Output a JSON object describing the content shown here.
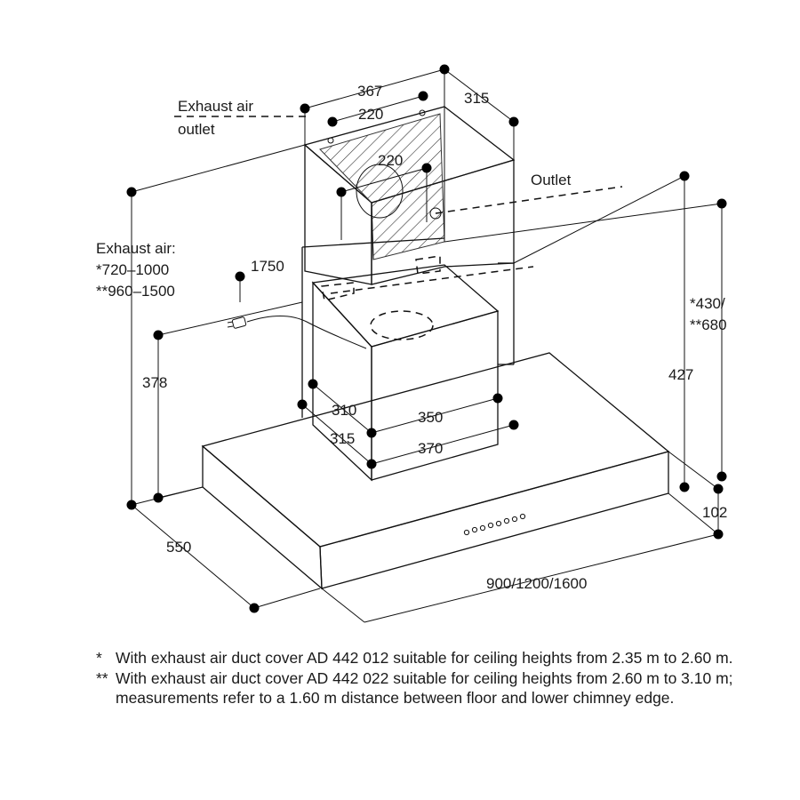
{
  "labels": {
    "exhaust_outlet_line1": "Exhaust air",
    "exhaust_outlet_line2": "outlet",
    "outlet": "Outlet",
    "exhaust_air_title": "Exhaust air:",
    "exhaust_air_range1": "*720–1000",
    "exhaust_air_range2": "**960–1500",
    "height_alt_1": "*430/",
    "height_alt_2": "**680"
  },
  "dimensions": {
    "chimney_width": "367",
    "chimney_depth_top": "315",
    "outlet_top_width": "220",
    "outlet_inner_width": "220",
    "cable_length": "1750",
    "lower_height": "378",
    "side_height": "427",
    "body_depth_inner": "310",
    "body_depth_outer": "315",
    "body_width_inner": "350",
    "body_width_outer": "370",
    "canopy_height": "102",
    "canopy_depth": "550",
    "canopy_width": "900/1200/1600"
  },
  "footnotes": [
    {
      "marker": "*",
      "text": "With exhaust air duct cover AD 442 012 suitable for ceiling heights from 2.35 m to 2.60 m."
    },
    {
      "marker": "**",
      "text": "With exhaust air duct cover AD 442 022 suitable for ceiling heights from 2.60 m to 3.10 m; measurements refer to a 1.60 m distance between floor and lower chimney edge."
    }
  ]
}
